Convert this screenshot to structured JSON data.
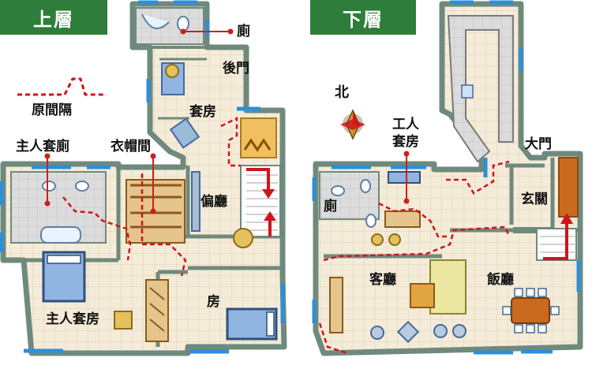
{
  "titles": {
    "upper_floor": "上層",
    "lower_floor": "下層"
  },
  "legend": {
    "original_partition": "原間隔"
  },
  "upper_rooms": {
    "toilet": "廁",
    "back_door": "後門",
    "suite": "套房",
    "master_bath": "主人套廁",
    "cloakroom": "衣帽間",
    "side_hall": "偏廳",
    "master_suite": "主人套房",
    "room": "房"
  },
  "lower_rooms": {
    "compass": "北",
    "maid_suite_1": "工人",
    "maid_suite_2": "套房",
    "main_door": "大門",
    "toilet": "廁",
    "foyer": "玄關",
    "living_room": "客廳",
    "dining_room": "飯廳"
  },
  "colors": {
    "tab_green": "#2e7d3a",
    "wall": "#6f8a7c",
    "floor_tile": "#f3ead7",
    "dashed_red": "#d0141c",
    "callout": "#cc1f1f"
  }
}
